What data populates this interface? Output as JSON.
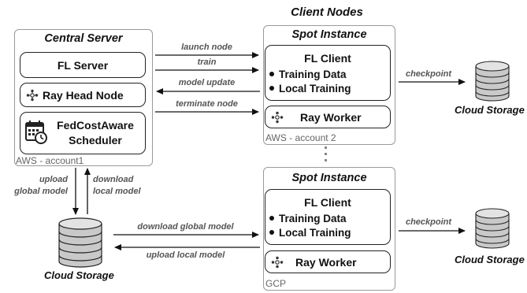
{
  "header": {
    "client_nodes": "Client Nodes"
  },
  "central_server": {
    "title": "Central Server",
    "fl_server": "FL Server",
    "ray_head_node": "Ray Head Node",
    "scheduler_line1": "FedCostAware",
    "scheduler_line2": "Scheduler",
    "account": "AWS - account1"
  },
  "spot_instance_1": {
    "title": "Spot Instance",
    "client_title": "FL Client",
    "items": [
      "Training Data",
      "Local Training"
    ],
    "ray_worker": "Ray Worker",
    "account": "AWS - account 2"
  },
  "spot_instance_2": {
    "title": "Spot Instance",
    "client_title": "FL Client",
    "items": [
      "Training Data",
      "Local Training"
    ],
    "ray_worker": "Ray Worker",
    "account": "GCP"
  },
  "edges": {
    "launch_node": "launch node",
    "train": "train",
    "model_update": "model update",
    "terminate_node": "terminate node",
    "checkpoint_1": "checkpoint",
    "checkpoint_2": "checkpoint",
    "upload_global_1": "upload",
    "upload_global_2": "global model",
    "download_local_1": "download",
    "download_local_2": "local model",
    "download_global_model": "download global model",
    "upload_local_model": "upload local model"
  },
  "storage": {
    "central": "Cloud Storage",
    "client_1": "Cloud Storage",
    "client_2": "Cloud Storage"
  },
  "icons": {
    "ray": "ray-logo-icon",
    "scheduler": "calendar-clock-icon",
    "storage": "database-cylinder-icon"
  }
}
